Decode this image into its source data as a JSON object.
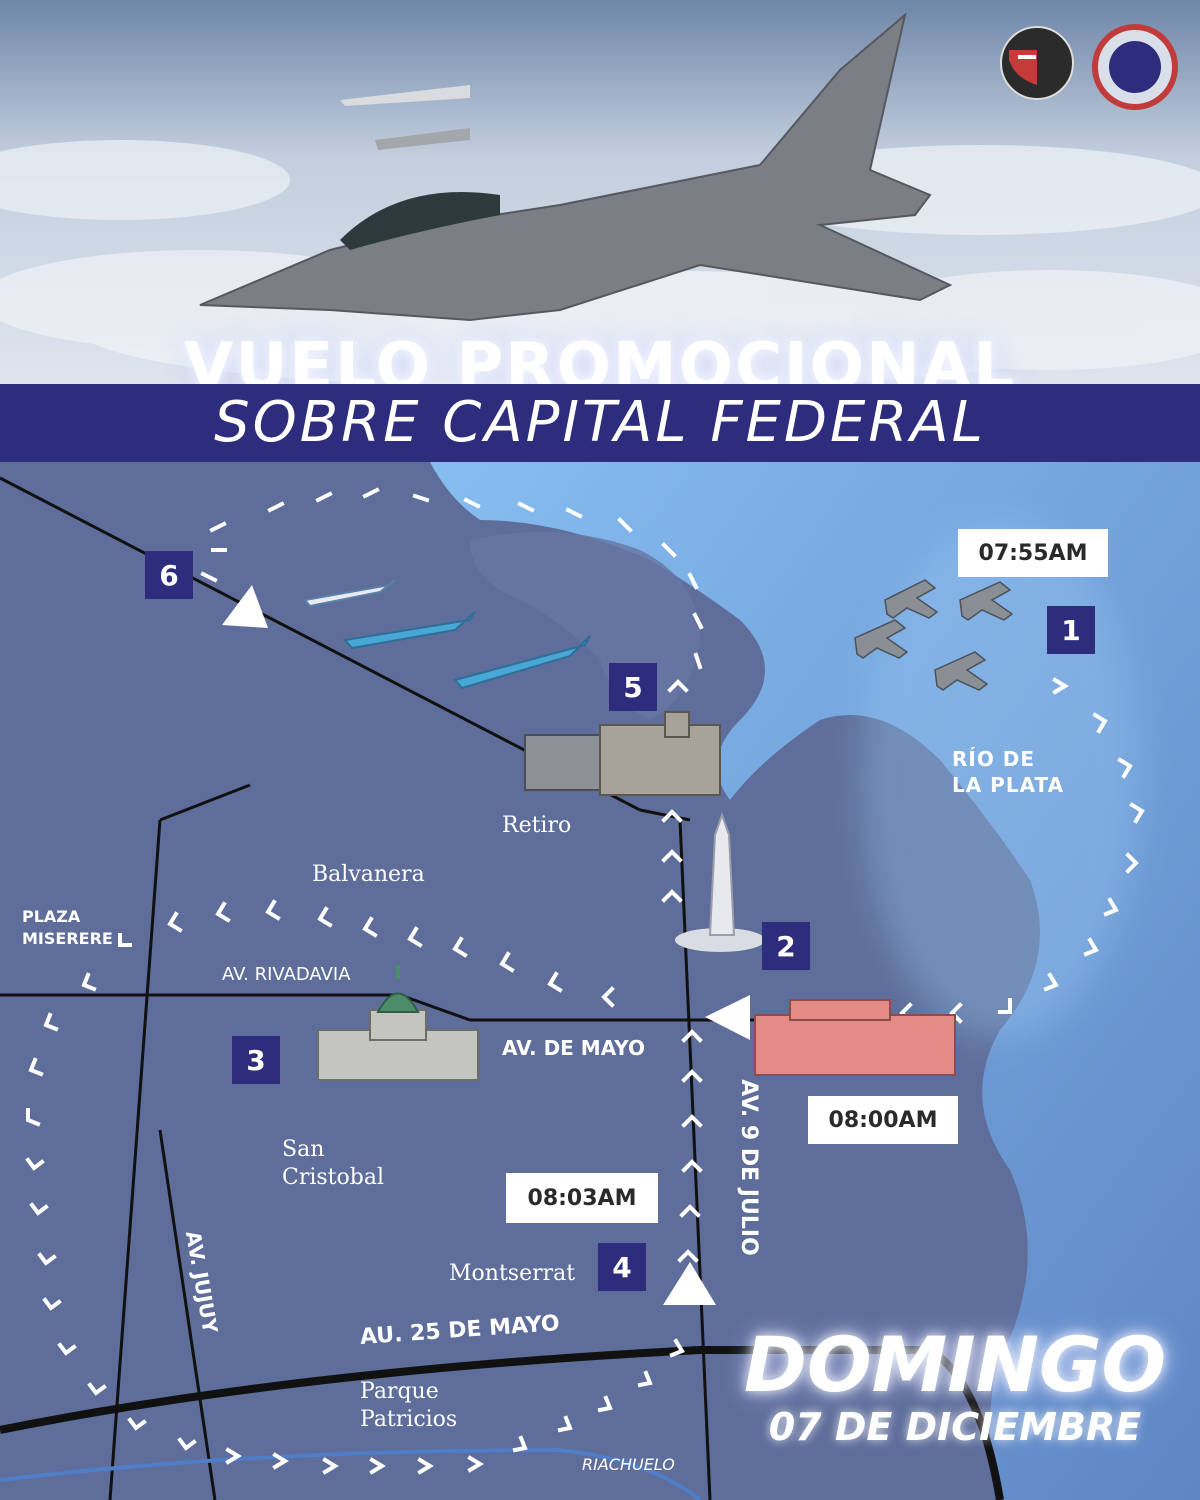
{
  "header": {
    "title": "VUELO PROMOCIONAL",
    "subtitle": "SOBRE CAPITAL FEDERAL"
  },
  "schedule": {
    "day": "DOMINGO",
    "date": "07 DE DICIEMBRE"
  },
  "waypoints": [
    {
      "number": "1",
      "time": "07:55AM"
    },
    {
      "number": "2",
      "time": "08:00AM"
    },
    {
      "number": "3"
    },
    {
      "number": "4",
      "time": "08:03AM"
    },
    {
      "number": "5"
    },
    {
      "number": "6"
    }
  ],
  "neighborhoods": {
    "retiro": "Retiro",
    "balvanera": "Balvanera",
    "san_cristobal_1": "San",
    "san_cristobal_2": "Cristobal",
    "montserrat": "Montserrat",
    "parque_patricios_1": "Parque",
    "parque_patricios_2": "Patricios"
  },
  "streets": {
    "rivadavia": "AV. RIVADAVIA",
    "de_mayo": "AV. DE MAYO",
    "nueve_de_julio": "AV. 9 DE JULIO",
    "jujuy": "AV. JUJUY",
    "au_25_de_mayo": "AU. 25 DE MAYO",
    "riachuelo": "RIACHUELO"
  },
  "landmarks": {
    "plaza_miserere_1": "PLAZA",
    "plaza_miserere_2": "MISERERE",
    "rio_de_la_plata_1": "RÍO DE",
    "rio_de_la_plata_2": "LA PLATA"
  },
  "colors": {
    "navy": "#2e2c7c",
    "land": "#5e6d9a",
    "water": "#7fb6ea",
    "sky": "#b9c6d8"
  },
  "icons": [
    "fighter-jet-icon",
    "airliner-icon",
    "obelisk-icon",
    "congress-icon",
    "casa-rosada-icon",
    "train-station-icon",
    "squadron-emblem-icon",
    "mission-patch-icon",
    "direction-arrow-icon"
  ]
}
